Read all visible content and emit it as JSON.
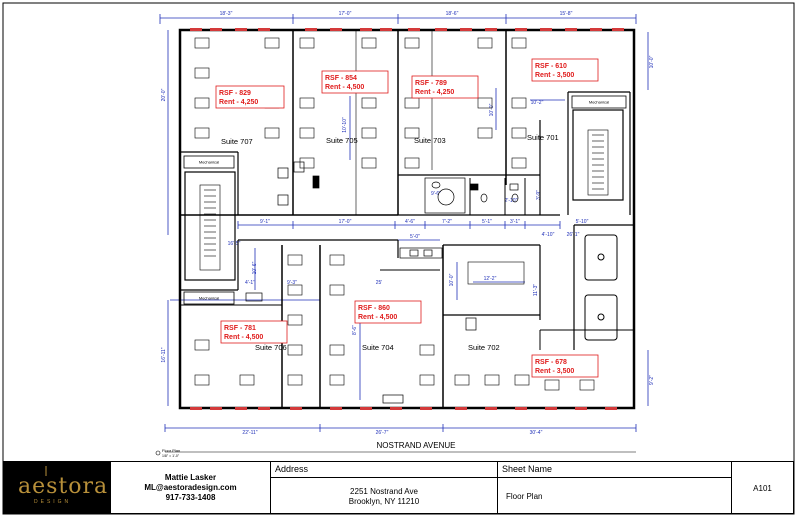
{
  "plan": {
    "street": "NOSTRAND AVENUE",
    "legend_title": "Floor Plan",
    "legend_scale": "1/8\" = 1'-0\"",
    "suites": [
      {
        "name": "Suite 707",
        "rsf": "RSF - 829",
        "rent": "Rent - 4,250"
      },
      {
        "name": "Suite 705",
        "rsf": "RSF - 854",
        "rent": "Rent - 4,500"
      },
      {
        "name": "Suite 703",
        "rsf": "RSF - 789",
        "rent": "Rent - 4,250"
      },
      {
        "name": "Suite 701",
        "rsf": "RSF - 610",
        "rent": "Rent - 3,500"
      },
      {
        "name": "Suite 706",
        "rsf": "RSF - 781",
        "rent": "Rent - 4,500"
      },
      {
        "name": "Suite 704",
        "rsf": "RSF - 860",
        "rent": "Rent - 4,500"
      },
      {
        "name": "Suite 702",
        "rsf": "",
        "rent": ""
      },
      {
        "name": "",
        "rsf": "RSF - 678",
        "rent": "Rent - 3,500"
      }
    ],
    "mechanical_label": "Mechanical",
    "dims": {
      "top": [
        "18'-3\"",
        "17'-0\"",
        "18'-6\"",
        "15'-8\""
      ],
      "bottom": [
        "22'-11\"",
        "26'-7\"",
        "30'-4\""
      ],
      "left": [
        "20'-0\"",
        "16'-11\""
      ],
      "right": [
        "10'-0\"",
        "9'-2\""
      ],
      "mid_row": [
        "9'-1\"",
        "17'-0\"",
        "4'-6\"",
        "7'-2\"",
        "5'-1\"",
        "3'-1\"",
        "5'-10\""
      ],
      "misc": [
        "10'-10\"",
        "10'-2\"",
        "10'-0\"",
        "9'-3\"",
        "4'-1\"",
        "10'-6\"",
        "5'-0\"",
        "25'",
        "12'-2\"",
        "11'-3\"",
        "8'-6\"",
        "10'-0\"",
        "16'-5\"",
        "2'-10\"",
        "3'-9\"",
        "4'-10\"",
        "9'-6\"",
        "26'-1\""
      ]
    }
  },
  "title_block": {
    "logo_word": "aestora",
    "logo_sub": "DESIGN",
    "contact_name": "Mattie Lasker",
    "contact_email": "ML@aestoradesign.com",
    "contact_phone": "917-733-1408",
    "address_label": "Address",
    "address_line1": "2251 Nostrand Ave",
    "address_line2": "Brooklyn, NY 11210",
    "sheet_name_label": "Sheet Name",
    "sheet_name": "Floor Plan",
    "sheet_number": "A101"
  },
  "colors": {
    "ink": "#000000",
    "dimension": "#1f2fb8",
    "tag": "#e01b1b",
    "window": "#d43a3a",
    "logo": "#b8903a"
  }
}
